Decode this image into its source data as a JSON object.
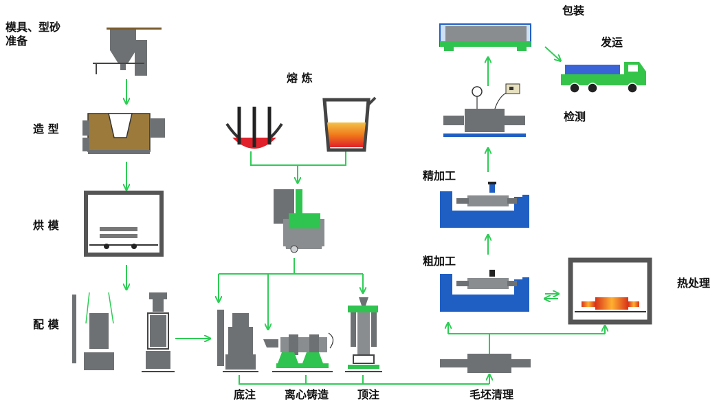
{
  "colors": {
    "arrow": "#2ecc55",
    "machine_gray": "#6e7173",
    "sand_brown": "#9c7a3c",
    "lathe_blue": "#1f5fc4",
    "package_green": "#2fc34f",
    "truck_green": "#35c44a",
    "truck_cargo": "#3a63d8",
    "molten_orange": "#f08a1a",
    "molten_red": "#e0202a",
    "outline_dark": "#222222"
  },
  "labels": {
    "mold_prep": "模具、型砂准备",
    "molding": "造 型",
    "drying": "烘 模",
    "assembly": "配 模",
    "melting": "熔 炼",
    "bottom_pour": "底注",
    "centrifugal": "离心铸造",
    "top_pour": "顶注",
    "blank_cleaning": "毛坯清理",
    "heat_treatment": "热处理",
    "rough_machining": "粗加工",
    "finish_machining": "精加工",
    "inspection": "检测",
    "packaging": "包装",
    "shipping": "发运"
  }
}
